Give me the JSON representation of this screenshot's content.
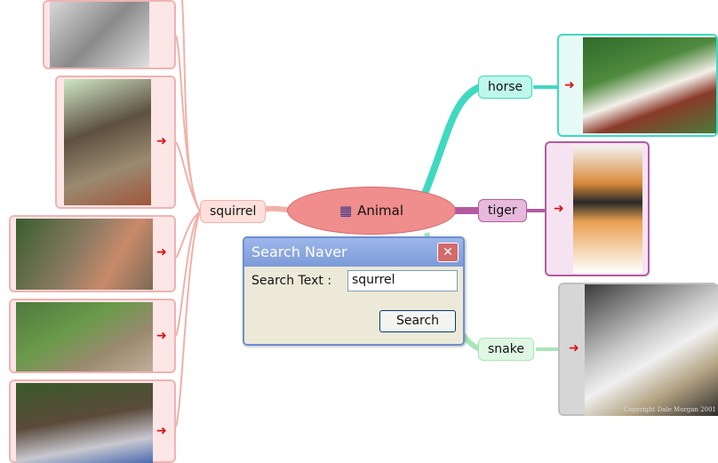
{
  "central_topic": {
    "label": "Animal",
    "icon": "calendar-grid-icon"
  },
  "topics": {
    "squirrel": "squirrel",
    "horse": "horse",
    "tiger": "tiger",
    "snake": "snake"
  },
  "card_arrow": "➜",
  "colors": {
    "squirrel_branch": "#f2a89f",
    "horse_branch": "#3fd9c0",
    "tiger_branch": "#b35aa0",
    "snake_branch": "#a8e6b8",
    "center_node": "#f08d8d"
  },
  "dialog": {
    "title": "Search Naver",
    "close_symbol": "✕",
    "search_label": "Search Text :",
    "search_value": "squrrel",
    "search_button": "Search"
  },
  "watermark": "Copyright Dale Morgan 2001"
}
